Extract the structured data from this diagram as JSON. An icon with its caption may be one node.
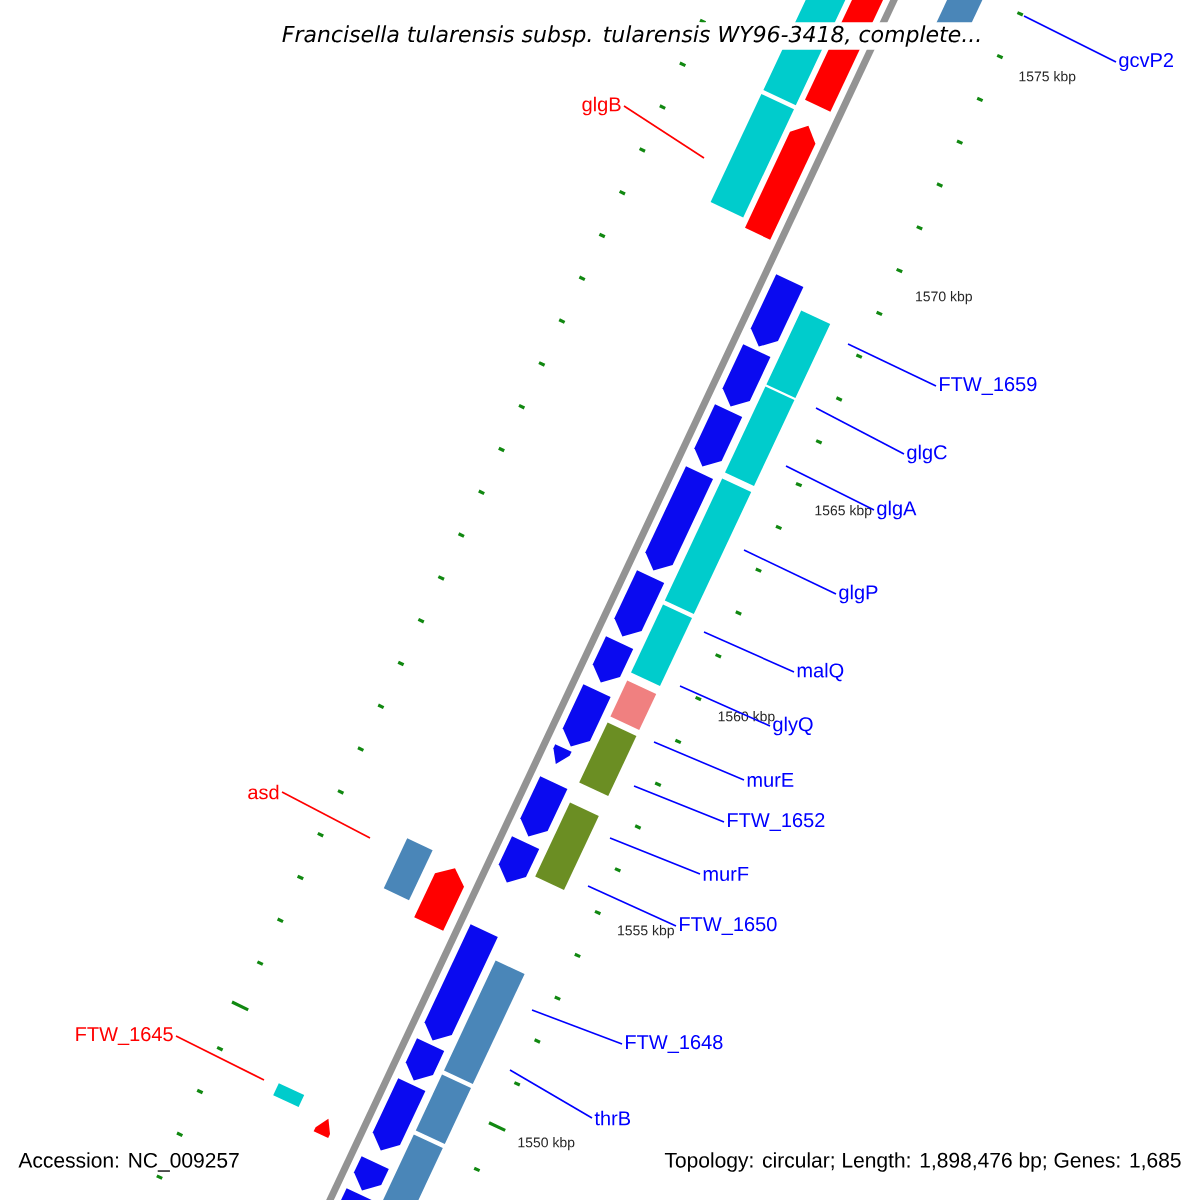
{
  "diagram": {
    "title": "Francisella tularensis subsp. tularensis WY96-3418, complete...",
    "nodes": [
      {
        "text": [
          "gcvP2"
        ]
      },
      {
        "text": [
          "glgB"
        ]
      },
      {
        "text": [
          "FTW_1659"
        ]
      },
      {
        "text": [
          "glgC"
        ]
      },
      {
        "text": [
          "glgA"
        ]
      },
      {
        "text": [
          "glgP"
        ]
      },
      {
        "text": [
          "malQ"
        ]
      },
      {
        "text": [
          "glyQ"
        ]
      },
      {
        "text": [
          "murE"
        ]
      },
      {
        "text": [
          "FTW_1652"
        ]
      },
      {
        "text": [
          "murF"
        ]
      },
      {
        "text": [
          "FTW_1650"
        ]
      },
      {
        "text": [
          "asd"
        ]
      },
      {
        "text": [
          "FTW_1648"
        ]
      },
      {
        "text": [
          "FTW_1645"
        ]
      },
      {
        "text": [
          "thrB"
        ]
      }
    ],
    "edges": [
      {
        "from": 0,
        "to": null,
        "arrow": "none"
      },
      {
        "from": 1,
        "to": null,
        "arrow": "none",
        "color": "#ff0000"
      },
      {
        "from": 2,
        "to": null,
        "arrow": "none"
      },
      {
        "from": 3,
        "to": null,
        "arrow": "none"
      },
      {
        "from": 4,
        "to": null,
        "arrow": "none"
      },
      {
        "from": 5,
        "to": null,
        "arrow": "none"
      },
      {
        "from": 6,
        "to": null,
        "arrow": "none"
      },
      {
        "from": 7,
        "to": null,
        "arrow": "none"
      },
      {
        "from": 8,
        "to": null,
        "arrow": "none"
      },
      {
        "from": 9,
        "to": null,
        "arrow": "none"
      },
      {
        "from": 10,
        "to": null,
        "arrow": "none"
      },
      {
        "from": 11,
        "to": null,
        "arrow": "none"
      },
      {
        "from": 12,
        "to": null,
        "arrow": "none",
        "color": "#ff0000"
      },
      {
        "from": 13,
        "to": null,
        "arrow": "none"
      },
      {
        "from": 14,
        "to": null,
        "arrow": "none",
        "color": "#ff0000"
      },
      {
        "from": 15,
        "to": null,
        "arrow": "none"
      }
    ],
    "labels": [
      "1575 kbp",
      "1570 kbp",
      "1565 kbp",
      "1560 kbp",
      "1555 kbp",
      "1550 kbp",
      "Accession: NC_009257",
      "Topology: circular; Length: 1,898,476 bp; Genes: 1,685"
    ]
  }
}
